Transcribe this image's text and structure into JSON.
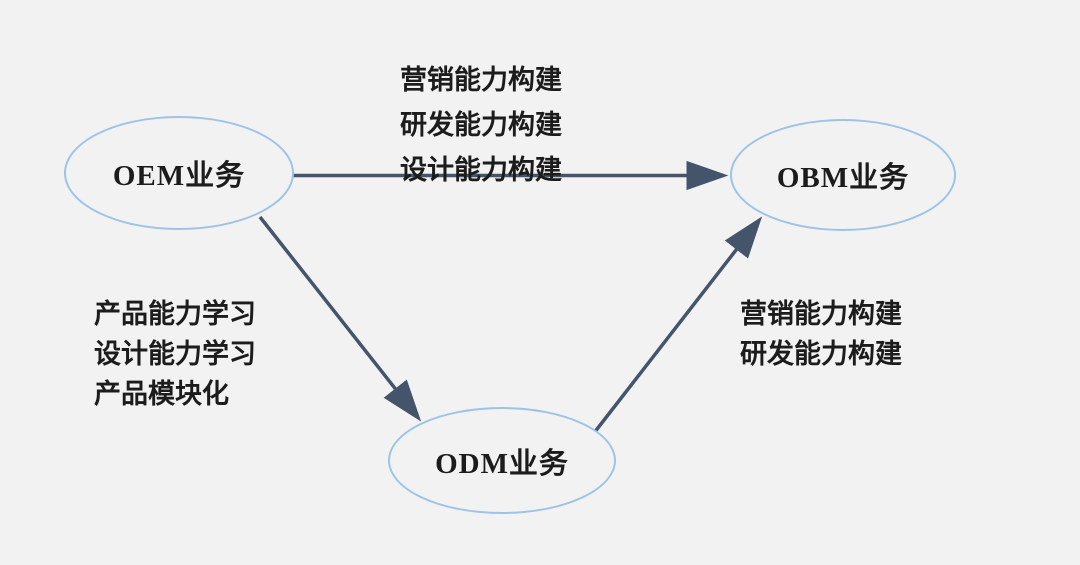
{
  "colors": {
    "background": "#f2f2f2",
    "ellipse_stroke": "#9dc3e6",
    "arrow": "#44546a",
    "text": "#1c1c1c"
  },
  "nodes": {
    "oem": {
      "label": "OEM业务"
    },
    "obm": {
      "label": "OBM业务"
    },
    "odm": {
      "label": "ODM业务"
    }
  },
  "edges": {
    "oem_to_obm": {
      "from": "oem",
      "to": "obm",
      "lines": [
        "营销能力构建",
        "研发能力构建",
        "设计能力构建"
      ]
    },
    "oem_to_odm": {
      "from": "oem",
      "to": "odm",
      "lines": [
        "产品能力学习",
        "设计能力学习",
        "产品模块化"
      ]
    },
    "odm_to_obm": {
      "from": "odm",
      "to": "obm",
      "lines": [
        "营销能力构建",
        "研发能力构建"
      ]
    }
  }
}
